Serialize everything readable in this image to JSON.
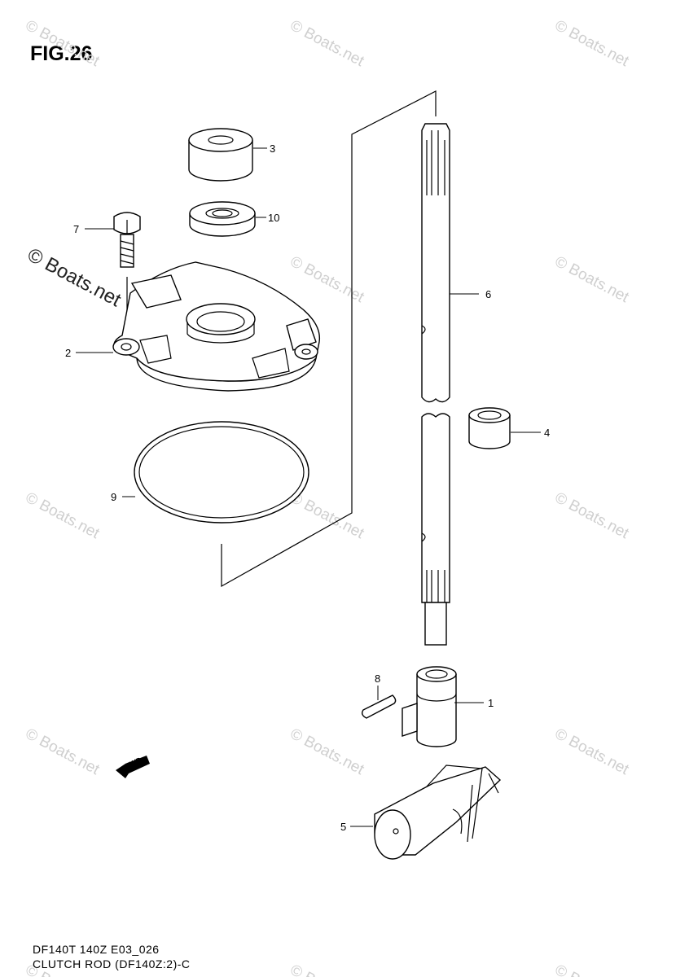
{
  "figure": {
    "title": "FIG.26"
  },
  "caption": {
    "line1": "DF140T 140Z E03_026",
    "line2": "CLUTCH ROD (DF140Z:2)-C"
  },
  "watermark": {
    "text": "© Boats.net",
    "prominent_text": "© Boats.net"
  },
  "fwd_marker": {
    "text": "FWD",
    "icon": "forward-arrow-icon"
  },
  "parts": [
    {
      "ref": "1",
      "label": "1"
    },
    {
      "ref": "2",
      "label": "2"
    },
    {
      "ref": "3",
      "label": "3"
    },
    {
      "ref": "4",
      "label": "4"
    },
    {
      "ref": "5",
      "label": "5"
    },
    {
      "ref": "6",
      "label": "6"
    },
    {
      "ref": "7",
      "label": "7"
    },
    {
      "ref": "8",
      "label": "8"
    },
    {
      "ref": "9",
      "label": "9"
    },
    {
      "ref": "10",
      "label": "10"
    }
  ],
  "colors": {
    "line": "#000000",
    "watermark": "#cfcfcf",
    "background": "#ffffff"
  }
}
